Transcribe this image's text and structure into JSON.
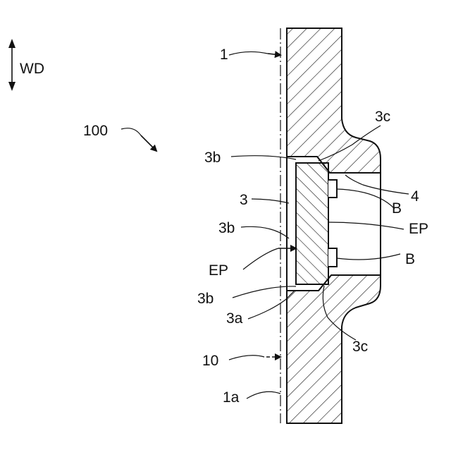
{
  "labels": {
    "wd": "WD",
    "assembly": "100",
    "part1": "1",
    "part3": "3",
    "part3a": "3a",
    "part3b_top": "3b",
    "part3b_mid": "3b",
    "part3b_bottom": "3b",
    "part3c_top": "3c",
    "part3c_bottom": "3c",
    "part4": "4",
    "bump_top": "B",
    "bump_bottom": "B",
    "ep_right": "EP",
    "ep_left": "EP",
    "part10": "10",
    "part1a": "1a"
  }
}
